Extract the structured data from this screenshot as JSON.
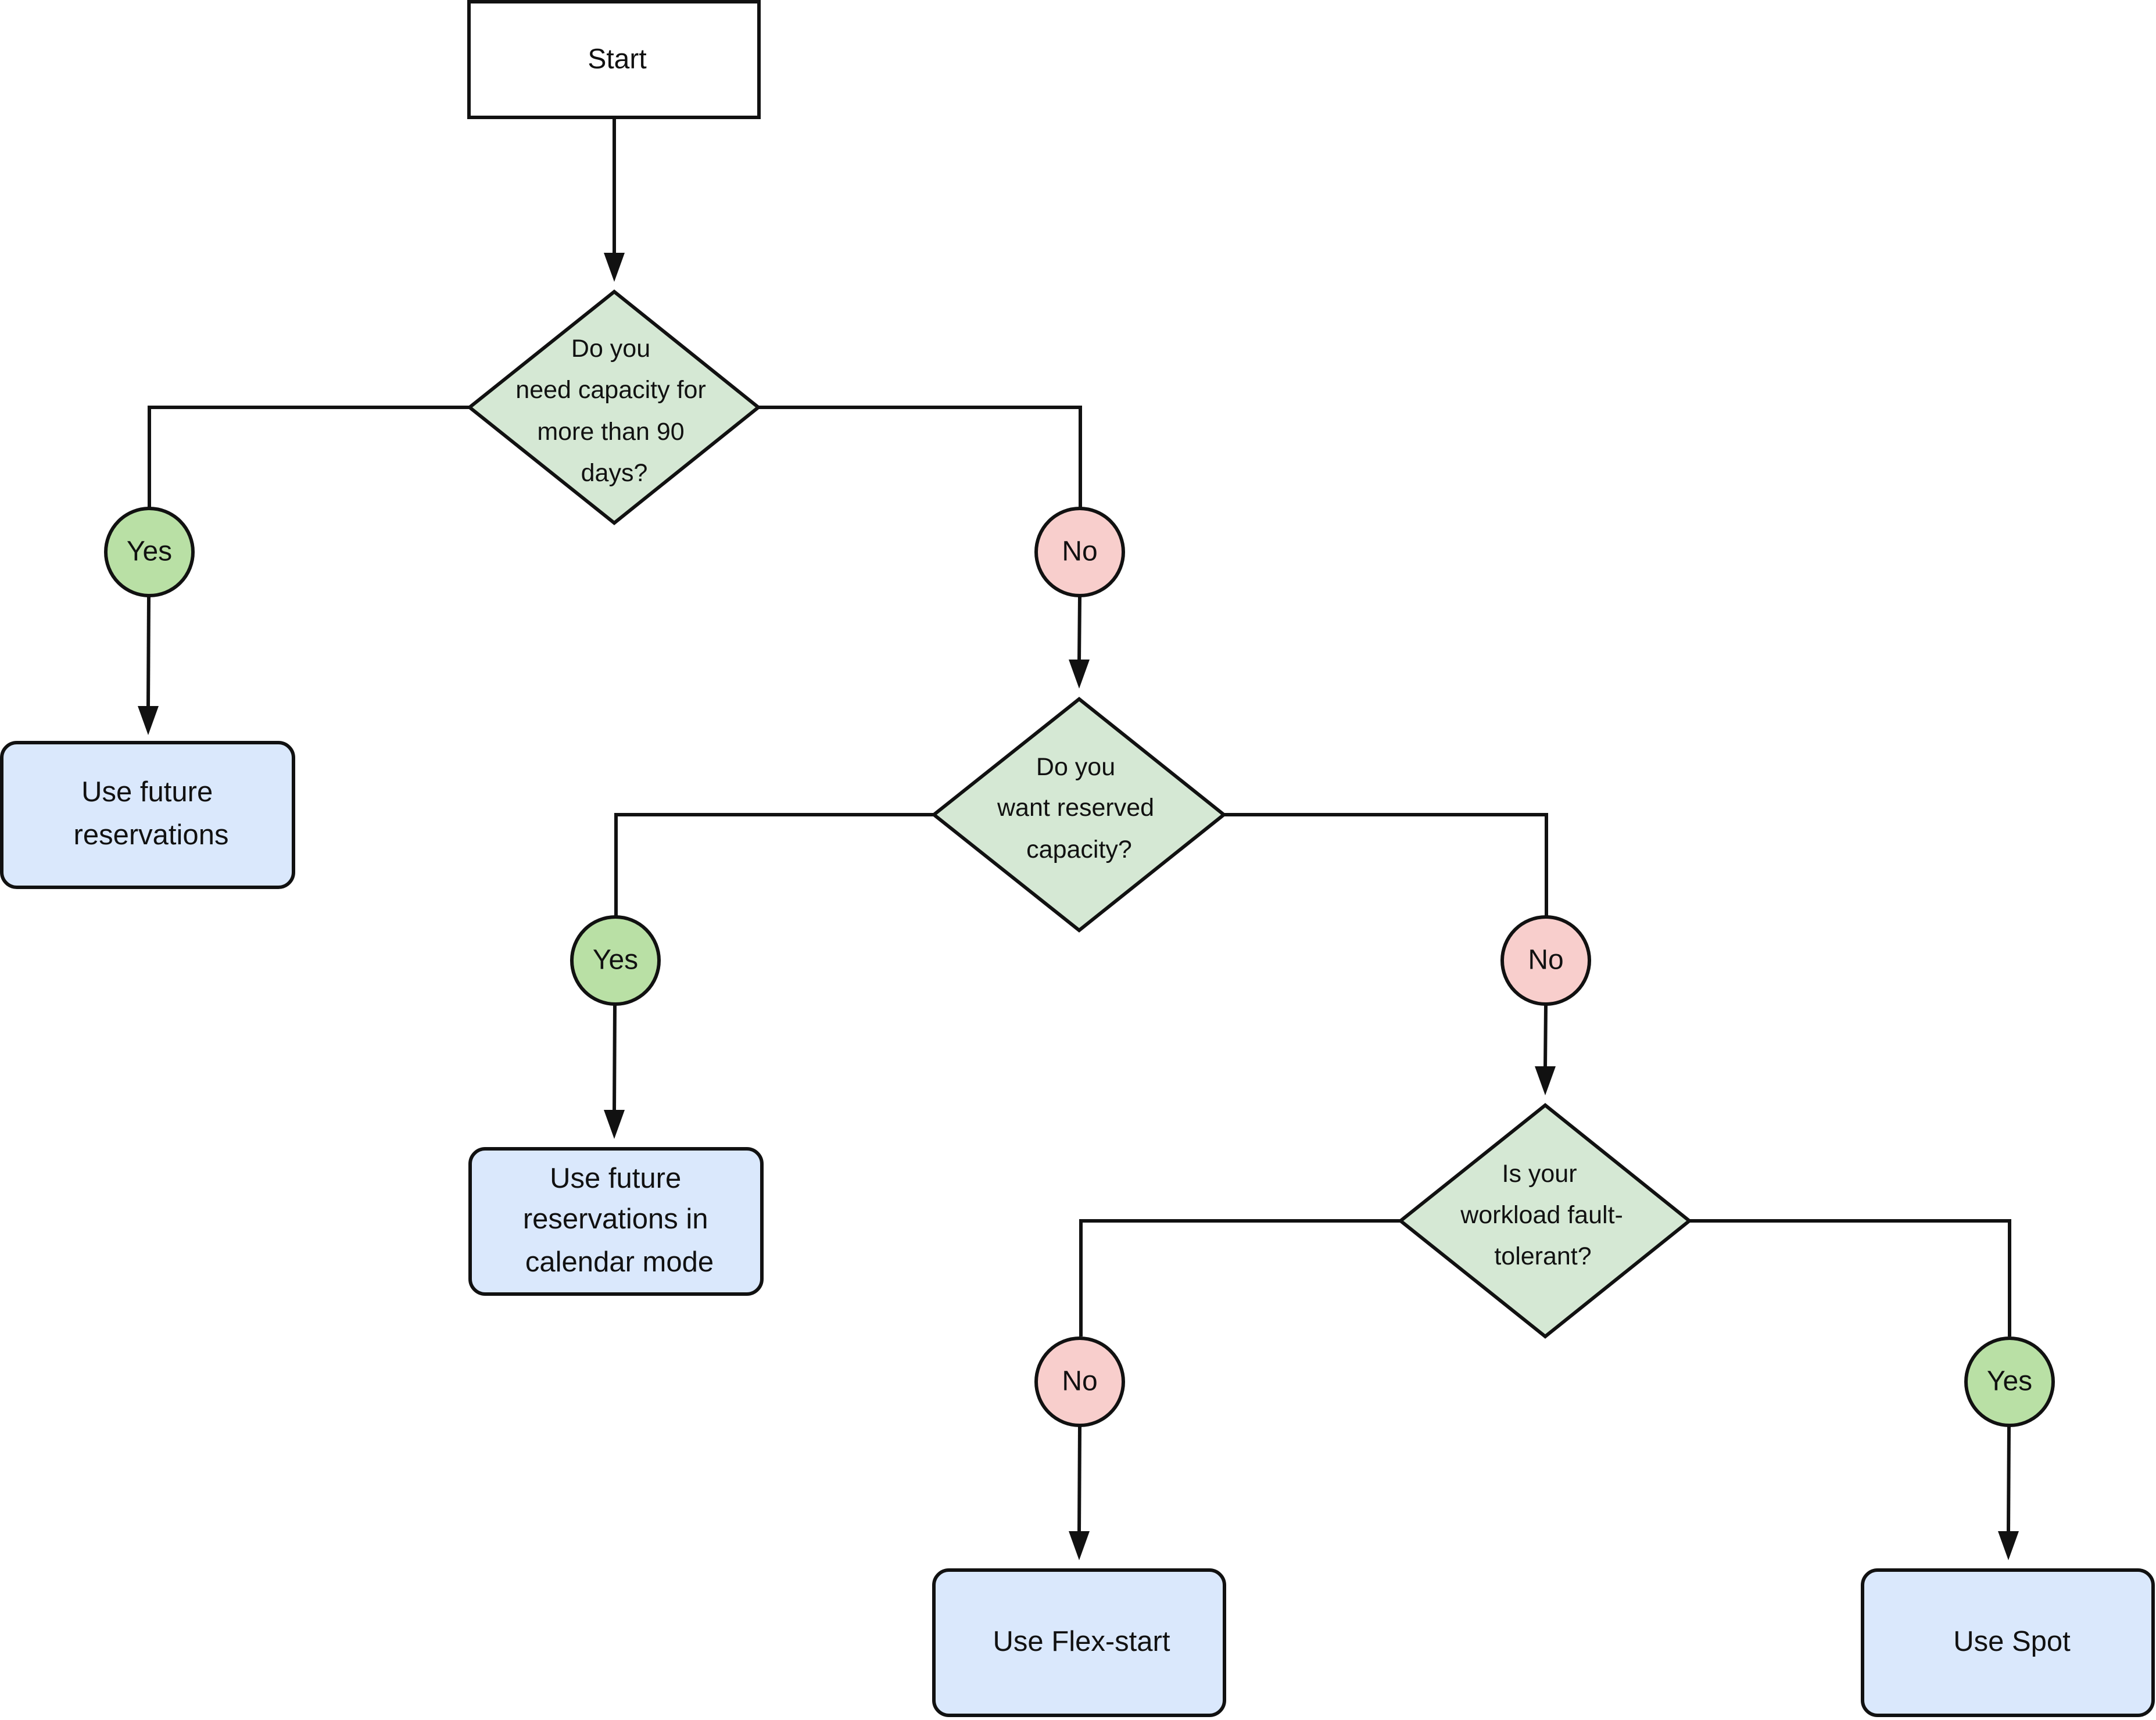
{
  "colors": {
    "start_fill": "#ffffff",
    "decision_fill": "#d5e8d4",
    "yes_fill": "#b9e0a5",
    "no_fill": "#f8cecc",
    "action_fill": "#dae8fc",
    "stroke": "#111111"
  },
  "diagram": {
    "start": {
      "label": "Start"
    },
    "q1": {
      "lines": [
        "Do you",
        "need capacity for",
        "more than 90",
        "days?"
      ]
    },
    "q1_yes": {
      "label": "Yes"
    },
    "q1_no": {
      "label": "No"
    },
    "a1": {
      "lines": [
        "Use future",
        "reservations"
      ]
    },
    "q2": {
      "lines": [
        "Do you",
        "want reserved",
        "capacity?"
      ]
    },
    "q2_yes": {
      "label": "Yes"
    },
    "q2_no": {
      "label": "No"
    },
    "a2": {
      "lines": [
        "Use future",
        "reservations in",
        "calendar mode"
      ]
    },
    "q3": {
      "lines": [
        "Is your",
        "workload fault-",
        "tolerant?"
      ]
    },
    "q3_no": {
      "label": "No"
    },
    "q3_yes": {
      "label": "Yes"
    },
    "a3": {
      "lines": [
        "Use Flex-start"
      ]
    },
    "a4": {
      "lines": [
        "Use Spot"
      ]
    }
  }
}
